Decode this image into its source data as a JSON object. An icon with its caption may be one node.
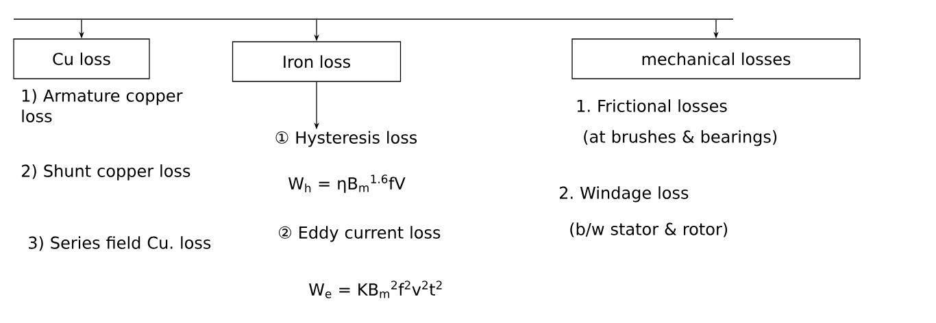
{
  "diagram": {
    "nodes": [
      {
        "text": [],
        "shape": "bar"
      },
      {
        "text": [
          "Cu loss"
        ]
      },
      {
        "text": [
          "Iron loss"
        ]
      },
      {
        "text": [
          "mechanical losses"
        ]
      },
      {
        "text": [
          "① Hysteresis loss"
        ]
      }
    ],
    "edges": [
      {
        "from": 0,
        "to": 1,
        "arrow": "to"
      },
      {
        "from": 0,
        "to": 2,
        "arrow": "to"
      },
      {
        "from": 0,
        "to": 3,
        "arrow": "to"
      },
      {
        "from": 2,
        "to": 4,
        "arrow": "to"
      }
    ],
    "labels": [
      "1) Armature copper loss",
      "2) Shunt copper loss",
      "3) Series field Cu. loss",
      "W$_{h}$ = ηB$_{m}$$^{1.6}$fV",
      "② Eddy current loss",
      "W$_{e}$ = KB$_{m}$$^{2}$f$^{2}$v$^{2}$t$^{2}$",
      "1. Frictional losses",
      "(at brushes & bearings)",
      "2. Windage loss",
      "(b/w stator & rotor)"
    ]
  }
}
